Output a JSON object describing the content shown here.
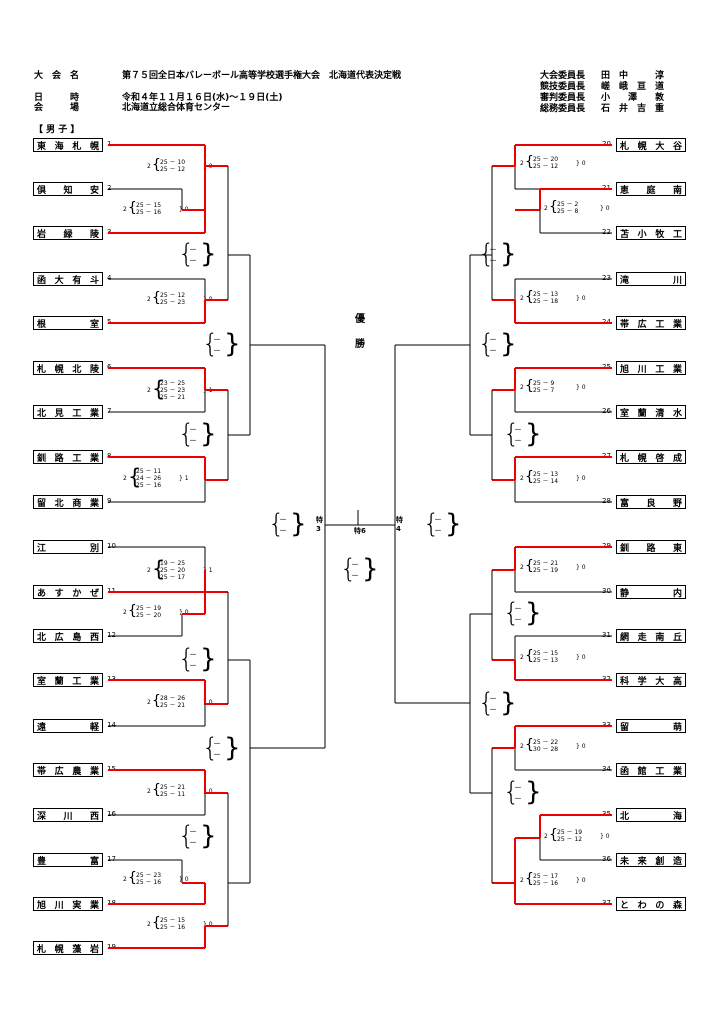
{
  "header": {
    "labels": [
      "大　会　名",
      "日　　　時",
      "会　　　場"
    ],
    "values": [
      "第７５回全日本バレーボール高等学校選手権大会　北海道代表決定戦",
      "令和４年１１月１６日(水)～１９日(土)",
      "北海道立総合体育センター"
    ],
    "officials": [
      {
        "role": "大会委員長",
        "name": "田　中　　　淳"
      },
      {
        "role": "競技委員長",
        "name": "嵯　峨　亘　道"
      },
      {
        "role": "審判委員長",
        "name": "小　　澤　　敦"
      },
      {
        "role": "総務委員長",
        "name": "石　井　吉　重"
      }
    ],
    "division": "【 男 子 】"
  },
  "final": {
    "title1": "優",
    "title2": "勝"
  },
  "specials": {
    "left": "特\n3",
    "center": "特6",
    "right": "特\n4"
  },
  "left_teams": [
    {
      "n": "1",
      "name": "東海札幌"
    },
    {
      "n": "2",
      "name": "倶知安"
    },
    {
      "n": "3",
      "name": "岩緑陵"
    },
    {
      "n": "4",
      "name": "函大有斗"
    },
    {
      "n": "5",
      "name": "根室"
    },
    {
      "n": "6",
      "name": "札幌北陵"
    },
    {
      "n": "7",
      "name": "北見工業"
    },
    {
      "n": "8",
      "name": "釧路工業"
    },
    {
      "n": "9",
      "name": "留北商業"
    },
    {
      "n": "10",
      "name": "江別"
    },
    {
      "n": "11",
      "name": "あすかぜ"
    },
    {
      "n": "12",
      "name": "北広島西"
    },
    {
      "n": "13",
      "name": "室蘭工業"
    },
    {
      "n": "14",
      "name": "遠軽"
    },
    {
      "n": "15",
      "name": "帯広農業"
    },
    {
      "n": "16",
      "name": "深川西"
    },
    {
      "n": "17",
      "name": "豊富"
    },
    {
      "n": "18",
      "name": "旭川実業"
    },
    {
      "n": "19",
      "name": "札幌藻岩"
    }
  ],
  "right_teams": [
    {
      "n": "20",
      "name": "札幌大谷"
    },
    {
      "n": "21",
      "name": "恵庭南"
    },
    {
      "n": "22",
      "name": "苫小牧工"
    },
    {
      "n": "23",
      "name": "滝川"
    },
    {
      "n": "24",
      "name": "帯広工業"
    },
    {
      "n": "25",
      "name": "旭川工業"
    },
    {
      "n": "26",
      "name": "室蘭清水"
    },
    {
      "n": "27",
      "name": "札幌啓成"
    },
    {
      "n": "28",
      "name": "富良野"
    },
    {
      "n": "29",
      "name": "釧路東"
    },
    {
      "n": "30",
      "name": "静内"
    },
    {
      "n": "31",
      "name": "網走南丘"
    },
    {
      "n": "32",
      "name": "科学大高"
    },
    {
      "n": "33",
      "name": "留萌"
    },
    {
      "n": "34",
      "name": "函館工業"
    },
    {
      "n": "35",
      "name": "北海"
    },
    {
      "n": "36",
      "name": "未来創造"
    },
    {
      "n": "37",
      "name": "とわの森"
    }
  ],
  "left_scores": [
    {
      "sets": [
        "25 － 10",
        "25 － 12"
      ],
      "w": "2",
      "l": "0"
    },
    {
      "sets": [
        "25 － 15",
        "25 － 16"
      ],
      "w": "2",
      "l": "0"
    },
    {
      "sets": [
        "25 － 12",
        "25 － 23"
      ],
      "w": "2",
      "l": "0"
    },
    {
      "sets": [
        "23 － 25",
        "25 － 23",
        "25 － 21"
      ],
      "w": "2",
      "l": "1"
    },
    {
      "sets": [
        "25 － 11",
        "24 － 26",
        "25 － 16"
      ],
      "w": "2",
      "l": "1"
    },
    {
      "sets": [
        "19 － 25",
        "25 － 20",
        "25 － 17"
      ],
      "w": "2",
      "l": "1"
    },
    {
      "sets": [
        "25 － 19",
        "25 － 20"
      ],
      "w": "2",
      "l": "0"
    },
    {
      "sets": [
        "28 － 26",
        "25 － 21"
      ],
      "w": "2",
      "l": "0"
    },
    {
      "sets": [
        "25 － 21",
        "25 － 11"
      ],
      "w": "2",
      "l": "0"
    },
    {
      "sets": [
        "25 － 23",
        "25 － 16"
      ],
      "w": "2",
      "l": "0"
    },
    {
      "sets": [
        "25 － 15",
        "25 － 16"
      ],
      "w": "2",
      "l": "0"
    }
  ],
  "right_scores": [
    {
      "sets": [
        "25 － 20",
        "25 － 12"
      ],
      "w": "2",
      "l": "0"
    },
    {
      "sets": [
        "25 － 2",
        "25 － 8"
      ],
      "w": "2",
      "l": "0"
    },
    {
      "sets": [
        "25 － 13",
        "25 － 18"
      ],
      "w": "2",
      "l": "0"
    },
    {
      "sets": [
        "25 － 9",
        "25 － 7"
      ],
      "w": "2",
      "l": "0"
    },
    {
      "sets": [
        "25 － 13",
        "25 － 14"
      ],
      "w": "2",
      "l": "0"
    },
    {
      "sets": [
        "25 － 21",
        "25 － 19"
      ],
      "w": "2",
      "l": "0"
    },
    {
      "sets": [
        "25 － 15",
        "25 － 13"
      ],
      "w": "2",
      "l": "0"
    },
    {
      "sets": [
        "25 － 22",
        "30 － 28"
      ],
      "w": "2",
      "l": "0"
    },
    {
      "sets": [
        "25 － 19",
        "25 － 12"
      ],
      "w": "2",
      "l": "0"
    },
    {
      "sets": [
        "25 － 17",
        "25 － 16"
      ],
      "w": "2",
      "l": "0"
    }
  ],
  "empty_dash": "－"
}
